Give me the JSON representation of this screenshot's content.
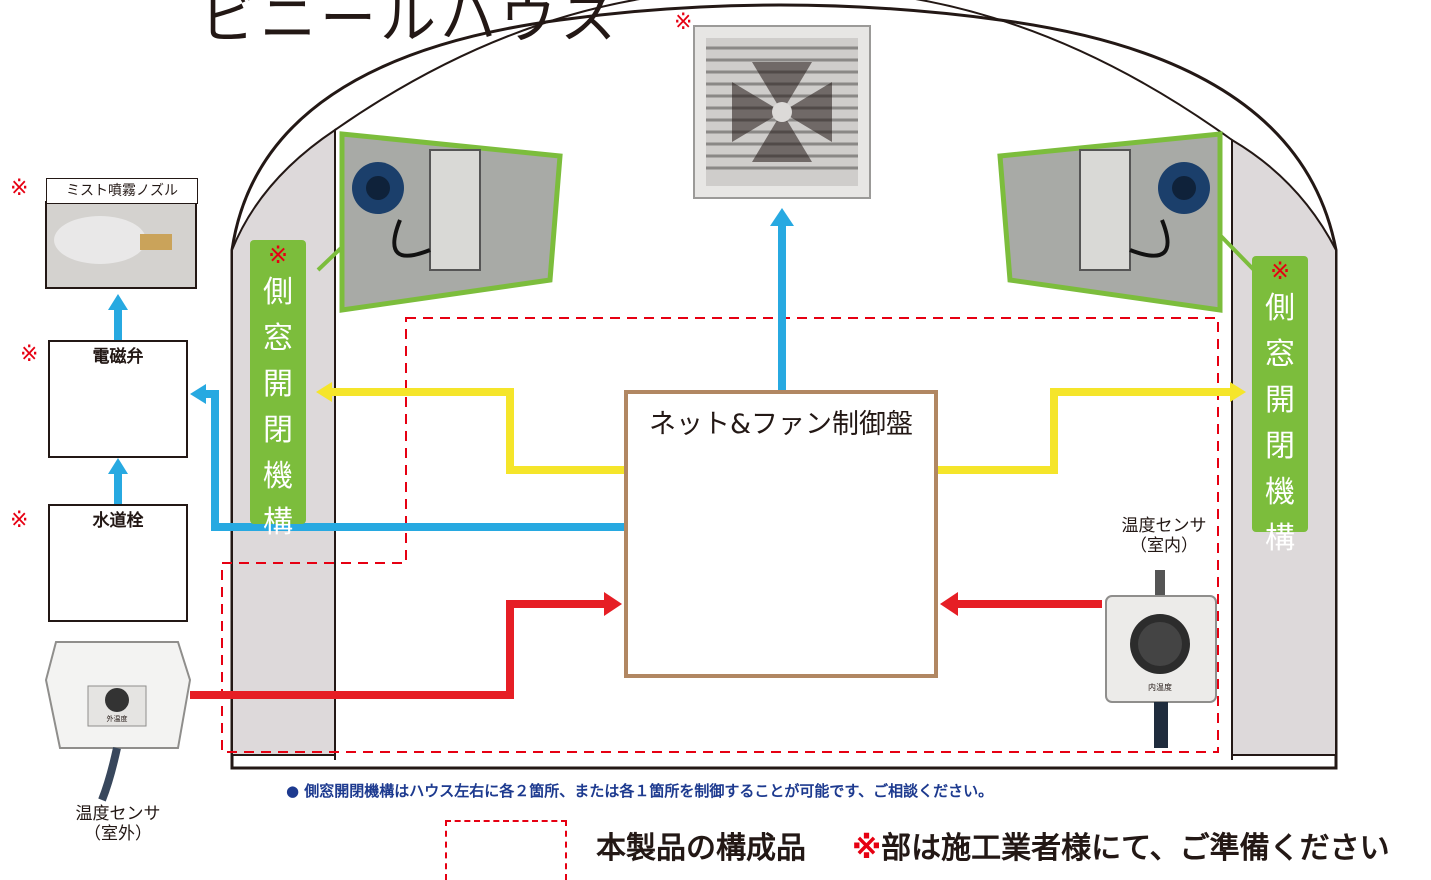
{
  "house": {
    "title": "ビニールハウス"
  },
  "mark": "※",
  "side_window_left": {
    "mark": "※",
    "label": "側窓開閉機構"
  },
  "side_window_right": {
    "mark": "※",
    "label": "側窓開閉機構"
  },
  "mist_nozzle": {
    "mark": "※",
    "label": "ミスト噴霧ノズル"
  },
  "solenoid_valve": {
    "mark": "※",
    "label": "電磁弁"
  },
  "faucet": {
    "mark": "※",
    "label": "水道栓"
  },
  "fan": {
    "mark": "※"
  },
  "control_panel": {
    "title": "ネット&ファン制御盤"
  },
  "sensor_inside": {
    "line1": "温度センサ",
    "line2": "（室内）",
    "plate": "内温度"
  },
  "sensor_outside": {
    "line1": "温度センサ",
    "line2": "（室外）",
    "plate": "外温度"
  },
  "note": "● 側窓開閉機構はハウス左右に各２箇所、または各１箇所を制御することが可能です、ご相談ください。",
  "legend": {
    "product_label": "本製品の構成品",
    "note_mark": "※",
    "note_text": "部は施工業者様にて、ご準備ください"
  },
  "colors": {
    "yellow_line": "#f5e52a",
    "blue_line": "#27a9e1",
    "red_line": "#e61e25",
    "green_box": "#7cbd3c",
    "panel_border": "#b18762",
    "dashed": "#e60012"
  }
}
